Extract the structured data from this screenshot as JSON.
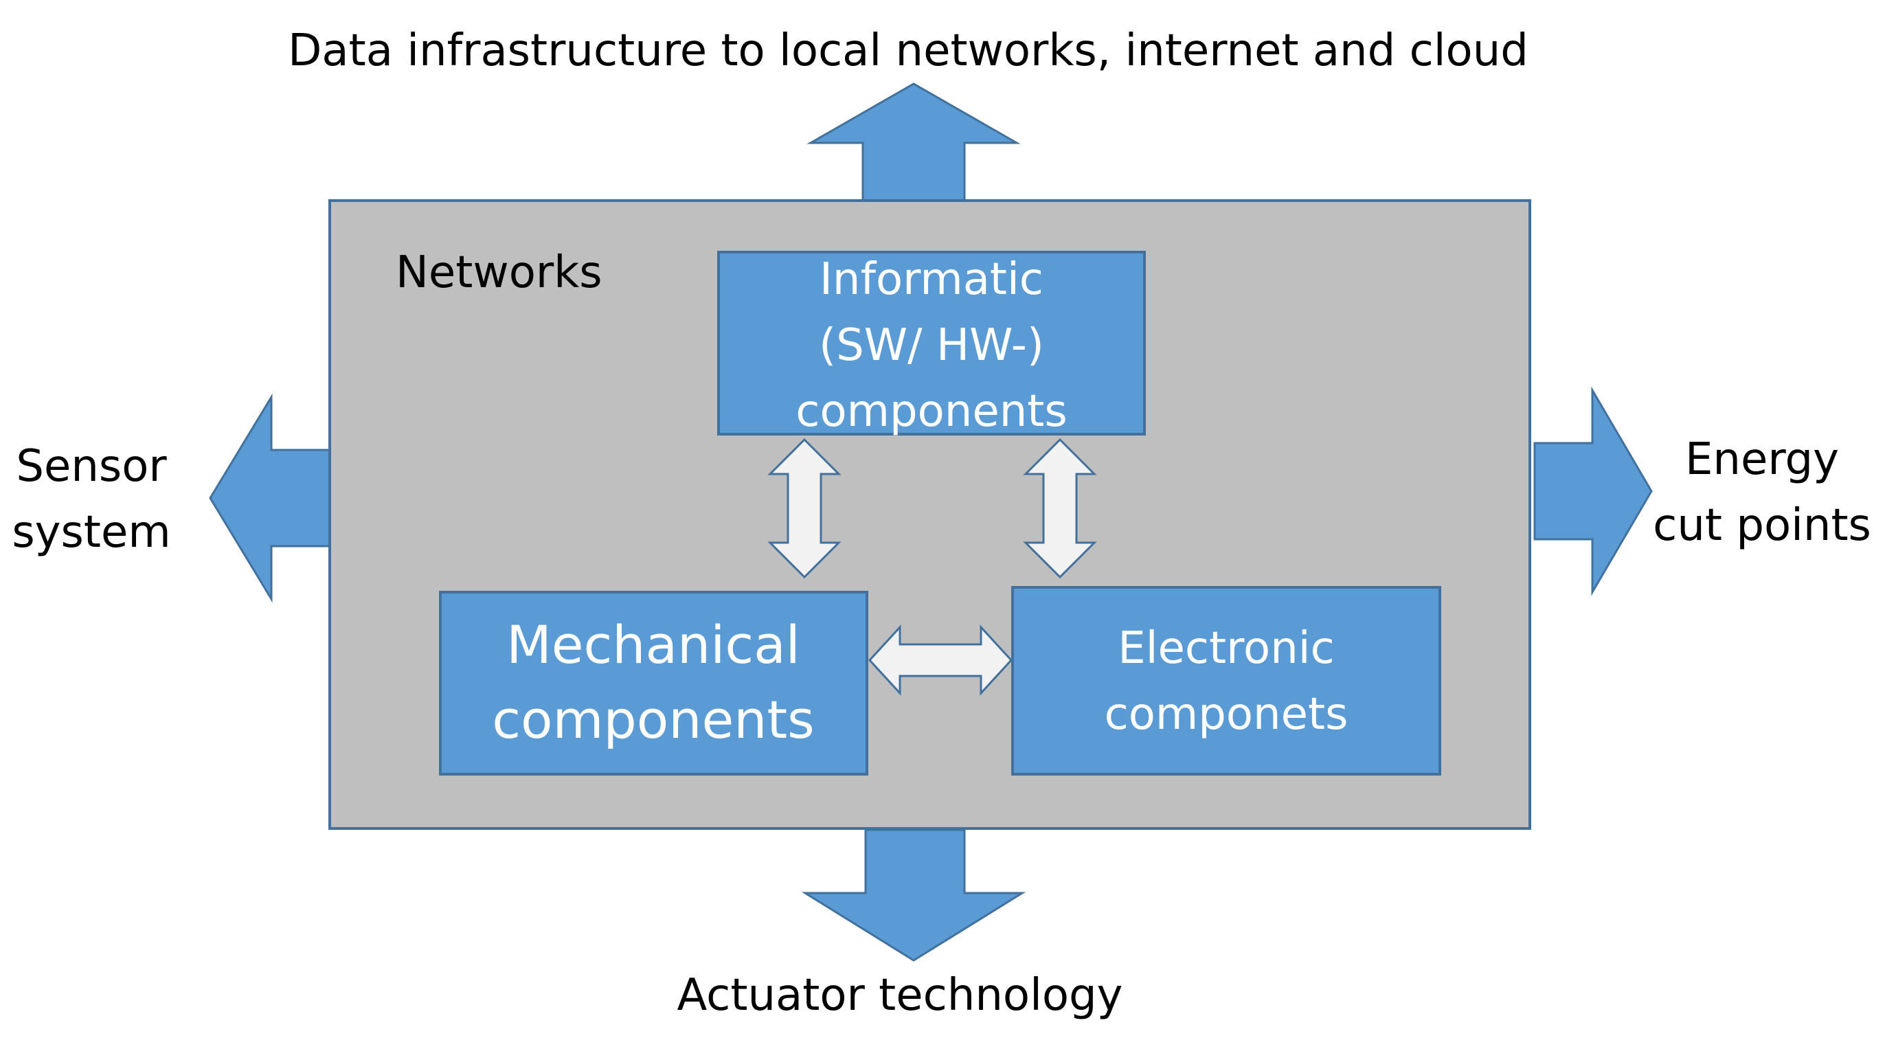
{
  "labels": {
    "top": "Data infrastructure to local networks, internet and cloud",
    "bottom": "Actuator technology",
    "left": [
      "Sensor",
      "system"
    ],
    "right": [
      "Energy",
      "cut points"
    ],
    "container": "Networks"
  },
  "boxes": {
    "informatic": [
      "Informatic",
      "(SW/ HW-)",
      "components"
    ],
    "mechanical": [
      "Mechanical",
      "components"
    ],
    "electronic": [
      "Electronic",
      "componets"
    ]
  },
  "colors": {
    "box_fill": "#5b9bd5",
    "box_stroke": "#41719c",
    "container_fill": "#bfbfbf",
    "container_stroke": "#41719c",
    "double_arrow_fill": "#f2f2f2"
  }
}
